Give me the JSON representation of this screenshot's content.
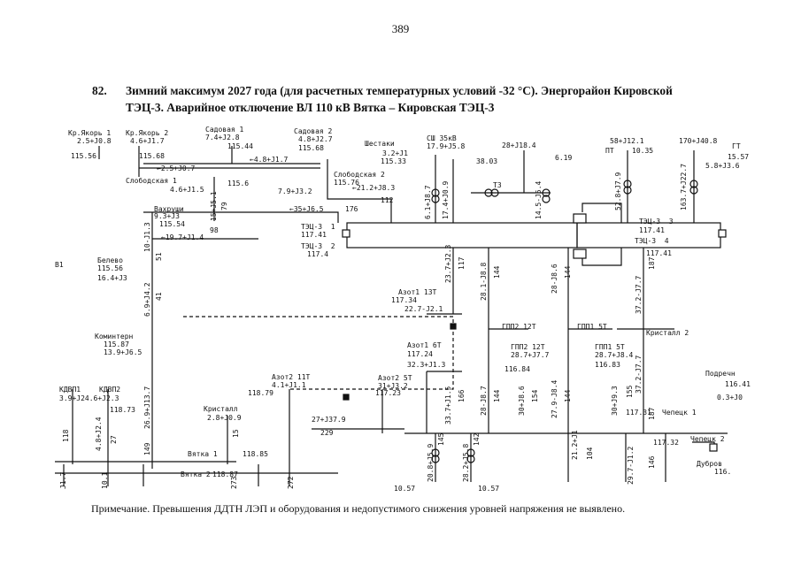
{
  "page_number": "389",
  "heading": {
    "number": "82.",
    "line1": "Зимний максимум 2027 года (для расчетных температурных условий -32 °С). Энергорайон Кировской",
    "line2": "ТЭЦ-3. Аварийное отключение ВЛ 110 кВ Вятка – Кировская ТЭЦ-3"
  },
  "diagram": {
    "labels": [
      {
        "id": "kr-yakor1",
        "text": "Кр.Якорь 1"
      },
      {
        "id": "kr-yakor1-flow",
        "text": "2.5+J0.8"
      },
      {
        "id": "kr-yakor1-v",
        "text": "115.56"
      },
      {
        "id": "kr-yakor2",
        "text": "Кр.Якорь 2"
      },
      {
        "id": "kr-yakor2-flow",
        "text": "4.6+J1.7"
      },
      {
        "id": "kr-yakor2-v",
        "text": "115.68"
      },
      {
        "id": "sadovaya1",
        "text": "Садовая 1"
      },
      {
        "id": "sadovaya1-flow",
        "text": "7.4+J2.8"
      },
      {
        "id": "sadovaya1-v",
        "text": "115.44"
      },
      {
        "id": "sadovaya2",
        "text": "Садовая 2"
      },
      {
        "id": "sadovaya2-flow",
        "text": "4.8+J2.7"
      },
      {
        "id": "sadovaya2-v",
        "text": "115.68"
      },
      {
        "id": "shestaki",
        "text": "Шестаки"
      },
      {
        "id": "shestaki-flow",
        "text": "3.2+J1"
      },
      {
        "id": "shestaki-v",
        "text": "115.33"
      },
      {
        "id": "sh35",
        "text": "СШ 35кВ"
      },
      {
        "id": "sh35-flow",
        "text": "17.9+J5.8"
      },
      {
        "id": "sh35-v",
        "text": "38.03"
      },
      {
        "id": "flow28",
        "text": "28+J18.4"
      },
      {
        "id": "v619",
        "text": "6.19"
      },
      {
        "id": "pt-flow",
        "text": "58+J12.1"
      },
      {
        "id": "pt",
        "text": "ПТ"
      },
      {
        "id": "pt-v",
        "text": "10.35"
      },
      {
        "id": "gt-flow",
        "text": "170+J40.8"
      },
      {
        "id": "gt",
        "text": "ГТ"
      },
      {
        "id": "gt-v",
        "text": "15.57"
      },
      {
        "id": "gt-aux",
        "text": "5.8+J3.6"
      },
      {
        "id": "f25",
        "text": "←2.5+J0.7"
      },
      {
        "id": "f48",
        "text": "←4.8+J1.7"
      },
      {
        "id": "slob1",
        "text": "Слободская 1"
      },
      {
        "id": "slob1-flow",
        "text": "4.6+J1.5"
      },
      {
        "id": "slob1-v",
        "text": "115.6"
      },
      {
        "id": "slob2",
        "text": "Слободская 2"
      },
      {
        "id": "slob2-v",
        "text": "115.76"
      },
      {
        "id": "f79",
        "text": "7.9+J3.2"
      },
      {
        "id": "f212",
        "text": "←21.2+J8.3"
      },
      {
        "id": "n112",
        "text": "112"
      },
      {
        "id": "n79",
        "text": "79"
      },
      {
        "id": "v15",
        "text": "15+J5.1"
      },
      {
        "id": "t3",
        "text": "Т3"
      },
      {
        "id": "r61",
        "text": "6.1+J8.7"
      },
      {
        "id": "r174",
        "text": "17.4+J0.9"
      },
      {
        "id": "r145",
        "text": "14.5-J5.4"
      },
      {
        "id": "r528",
        "text": "52.8+J7.9"
      },
      {
        "id": "r1637",
        "text": "163.7+J22.7"
      },
      {
        "id": "f35",
        "text": "←35+J6.5"
      },
      {
        "id": "n176",
        "text": "176"
      },
      {
        "id": "vakhrushi",
        "text": "Вахруши"
      },
      {
        "id": "vakhrushi-flow",
        "text": "9.3+J3"
      },
      {
        "id": "vakhrushi-v",
        "text": "115.54"
      },
      {
        "id": "n98",
        "text": "98"
      },
      {
        "id": "f197",
        "text": "←19.7+J1.4"
      },
      {
        "id": "tec3-1",
        "text": "ТЭЦ-3  1"
      },
      {
        "id": "tec3-1-v",
        "text": "117.41"
      },
      {
        "id": "tec3-2",
        "text": "ТЭЦ-3  2"
      },
      {
        "id": "tec3-2-v",
        "text": "117.4"
      },
      {
        "id": "tec3-3",
        "text": "ТЭЦ-3  3"
      },
      {
        "id": "tec3-3-v",
        "text": "117.41"
      },
      {
        "id": "tec3-4",
        "text": "ТЭЦ-3  4"
      },
      {
        "id": "tec3-4-v",
        "text": "117.41"
      },
      {
        "id": "r10",
        "text": "10-J1.3"
      },
      {
        "id": "n51",
        "text": "51"
      },
      {
        "id": "b1",
        "text": "В1"
      },
      {
        "id": "belevo",
        "text": "Белево"
      },
      {
        "id": "belevo-v",
        "text": "115.56"
      },
      {
        "id": "belevo-flow",
        "text": "16.4+J3"
      },
      {
        "id": "r69",
        "text": "6.9+J4.2"
      },
      {
        "id": "n41",
        "text": "41"
      },
      {
        "id": "r237",
        "text": "23.7+J2.3"
      },
      {
        "id": "n117",
        "text": "117"
      },
      {
        "id": "r281",
        "text": "28.1-J8.8"
      },
      {
        "id": "n144a",
        "text": "144"
      },
      {
        "id": "r28",
        "text": "28-J8.6"
      },
      {
        "id": "n144b",
        "text": "144"
      },
      {
        "id": "r372a",
        "text": "37.2-J7.7"
      },
      {
        "id": "n187a",
        "text": "187"
      },
      {
        "id": "azot1-13",
        "text": "Азот1 13Т"
      },
      {
        "id": "azot1-13-v",
        "text": "117.34"
      },
      {
        "id": "azot1-13-flow",
        "text": "22.7-J2.1"
      },
      {
        "id": "gpp2-12",
        "text": "ГПП2 12Т"
      },
      {
        "id": "gpp1-5",
        "text": "ГПП1 5Т"
      },
      {
        "id": "kominetrn",
        "text": "Коминтерн"
      },
      {
        "id": "kominetrn-v",
        "text": "115.87"
      },
      {
        "id": "kominetrn-flow",
        "text": "13.9+J6.5"
      },
      {
        "id": "azot1-6",
        "text": "Азот1 6Т"
      },
      {
        "id": "azot1-6-v",
        "text": "117.24"
      },
      {
        "id": "f323",
        "text": "32.3+J1.3"
      },
      {
        "id": "gpp2-12b",
        "text": "ГПП2 12Т"
      },
      {
        "id": "gpp2-12b-flow",
        "text": "28.7+J7.7"
      },
      {
        "id": "gpp2-12b-v",
        "text": "116.84"
      },
      {
        "id": "gpp1-5b",
        "text": "ГПП1 5Т"
      },
      {
        "id": "gpp1-5b-flow",
        "text": "28.7+J8.4"
      },
      {
        "id": "gpp1-5b-v",
        "text": "116.83"
      },
      {
        "id": "kristall2",
        "text": "Кристалл 2"
      },
      {
        "id": "podrechn",
        "text": "Подречн"
      },
      {
        "id": "podrechn-v",
        "text": "116.41"
      },
      {
        "id": "podrechn-flow",
        "text": "0.3+J0"
      },
      {
        "id": "kdvp1",
        "text": "КДВП1"
      },
      {
        "id": "kdvp2",
        "text": "КДВП2"
      },
      {
        "id": "kdvp-flow",
        "text": "3.9+J24.6+J2.3"
      },
      {
        "id": "kdvp-v",
        "text": "118.73"
      },
      {
        "id": "r269",
        "text": "26.9+J13.7"
      },
      {
        "id": "azot2-11",
        "text": "Азот2 11Т"
      },
      {
        "id": "azot2-11-flow",
        "text": "4.1+J1.1"
      },
      {
        "id": "azot2-11-v",
        "text": "118.79"
      },
      {
        "id": "azot2-5",
        "text": "Азот2 5Т"
      },
      {
        "id": "azot2-5-flow",
        "text": "31+J3.2"
      },
      {
        "id": "azot2-5-v",
        "text": "117.23"
      },
      {
        "id": "r337",
        "text": "33.7+J1.5"
      },
      {
        "id": "n166",
        "text": "166"
      },
      {
        "id": "r28b",
        "text": "28-J8.7"
      },
      {
        "id": "n144c",
        "text": "144"
      },
      {
        "id": "r30",
        "text": "30+J8.6"
      },
      {
        "id": "n154",
        "text": "154"
      },
      {
        "id": "r279",
        "text": "27.9-J8.4"
      },
      {
        "id": "n144d",
        "text": "144"
      },
      {
        "id": "r30b",
        "text": "30+J9.3"
      },
      {
        "id": "n155",
        "text": "155"
      },
      {
        "id": "r372b",
        "text": "37.2-J7.7"
      },
      {
        "id": "n187b",
        "text": "187"
      },
      {
        "id": "v11731",
        "text": "117.31"
      },
      {
        "id": "chepets1",
        "text": "Чепецк 1"
      },
      {
        "id": "kristall",
        "text": "Кристалл"
      },
      {
        "id": "kristall-flow",
        "text": "2.8+J0.9"
      },
      {
        "id": "n15",
        "text": "15"
      },
      {
        "id": "f27",
        "text": "27+J37.9"
      },
      {
        "id": "n229",
        "text": "229"
      },
      {
        "id": "n118",
        "text": "118"
      },
      {
        "id": "r48",
        "text": "4.8+J2.4"
      },
      {
        "id": "n27",
        "text": "27"
      },
      {
        "id": "n149",
        "text": "149"
      },
      {
        "id": "vyatka1",
        "text": "Вятка 1"
      },
      {
        "id": "vyatka1-v",
        "text": "118.85"
      },
      {
        "id": "n145",
        "text": "145"
      },
      {
        "id": "n142",
        "text": "142"
      },
      {
        "id": "r212",
        "text": "21.2+J1"
      },
      {
        "id": "n104",
        "text": "104"
      },
      {
        "id": "r297",
        "text": "29.7-J1.2"
      },
      {
        "id": "n146",
        "text": "146"
      },
      {
        "id": "v11732",
        "text": "117.32"
      },
      {
        "id": "chepets2",
        "text": "Чепецк 2"
      },
      {
        "id": "dubrov",
        "text": "Дубров"
      },
      {
        "id": "dubrov-v",
        "text": "116."
      },
      {
        "id": "vyatka2",
        "text": "Вятка 2"
      },
      {
        "id": "vyatka2-v",
        "text": "118.87"
      },
      {
        "id": "r208",
        "text": "20.8+J5.9"
      },
      {
        "id": "r282",
        "text": "28.2+J5.8"
      },
      {
        "id": "n17",
        "text": "J1.7"
      },
      {
        "id": "n101",
        "text": "10.1"
      },
      {
        "id": "n273",
        "text": "273"
      },
      {
        "id": "n272",
        "text": "272"
      },
      {
        "id": "v1057a",
        "text": "10.57"
      },
      {
        "id": "v1057b",
        "text": "10.57"
      }
    ]
  },
  "note": "Примечание. Превышения ДДТН ЛЭП и оборудования и недопустимого снижения уровней напряжения не выявлено."
}
